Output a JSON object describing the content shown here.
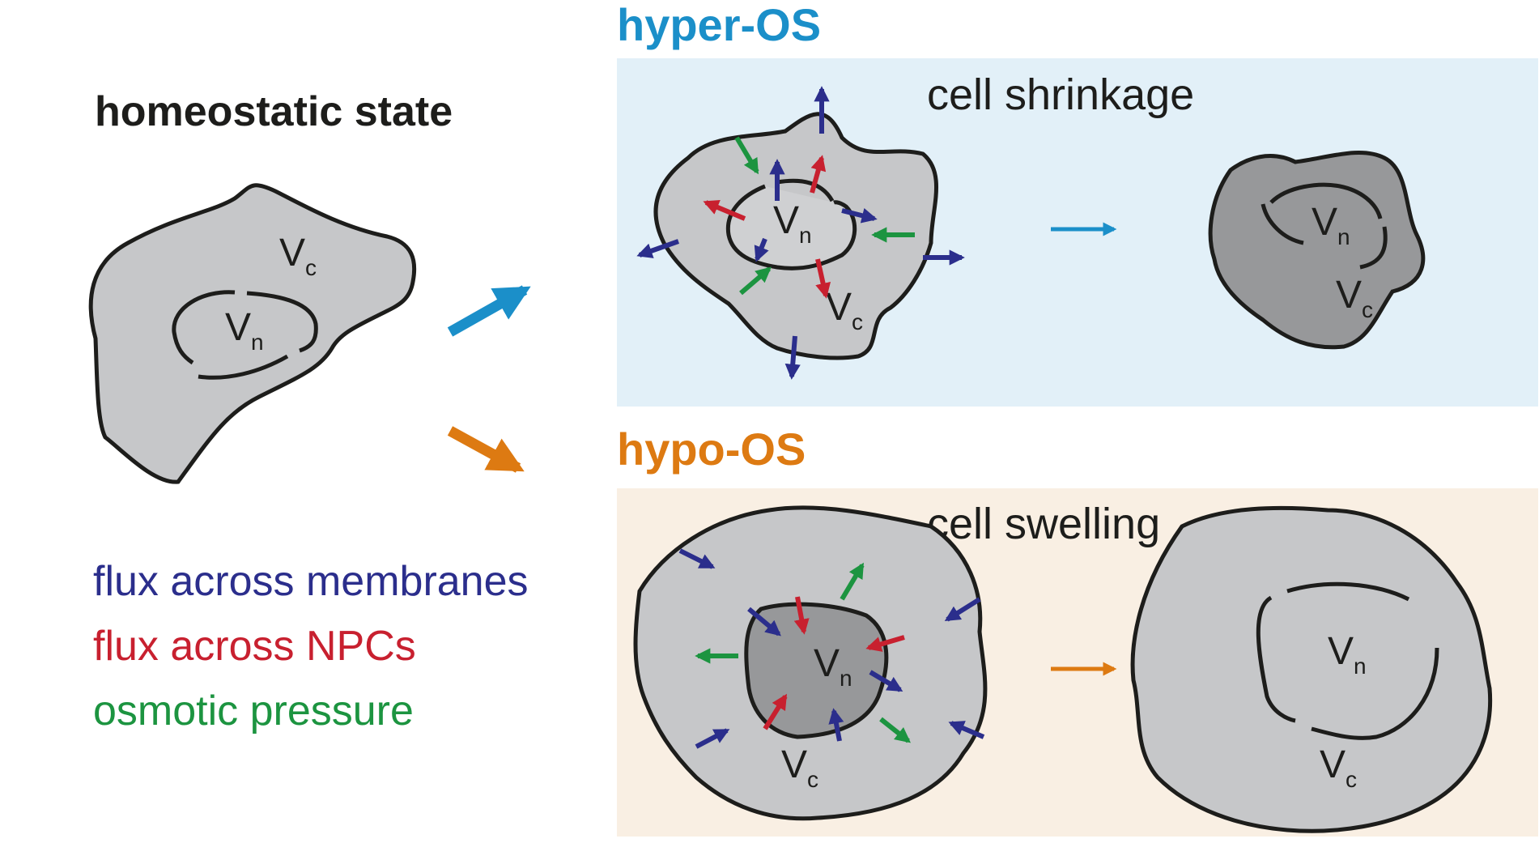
{
  "homeostatic": {
    "title": "homeostatic state",
    "vc_main": "V",
    "vc_sub": "c",
    "vn_main": "V",
    "vn_sub": "n"
  },
  "hyper": {
    "title": "hyper-OS",
    "caption": "cell shrinkage",
    "color": "#1b8fc9",
    "panel_bg": "#e2f0f8",
    "before": {
      "vc_main": "V",
      "vc_sub": "c",
      "vn_main": "V",
      "vn_sub": "n"
    },
    "after": {
      "vc_main": "V",
      "vc_sub": "c",
      "vn_main": "V",
      "vn_sub": "n"
    }
  },
  "hypo": {
    "title": "hypo-OS",
    "caption": "cell swelling",
    "color": "#dd7a12",
    "panel_bg": "#f9efe3",
    "before": {
      "vc_main": "V",
      "vc_sub": "c",
      "vn_main": "V",
      "vn_sub": "n"
    },
    "after": {
      "vc_main": "V",
      "vc_sub": "c",
      "vn_main": "V",
      "vn_sub": "n"
    }
  },
  "legend": {
    "membranes": {
      "label": "flux across membranes",
      "color": "#2b2e8c"
    },
    "npcs": {
      "label": "flux across NPCs",
      "color": "#c8202f"
    },
    "osmotic": {
      "label": "osmotic pressure",
      "color": "#1c9440"
    }
  },
  "colors": {
    "cell_fill": "#c6c7c9",
    "cell_fill_dark": "#97989a",
    "nucleus_fill_light": "#cfd0d2",
    "outline": "#1d1d1b"
  }
}
